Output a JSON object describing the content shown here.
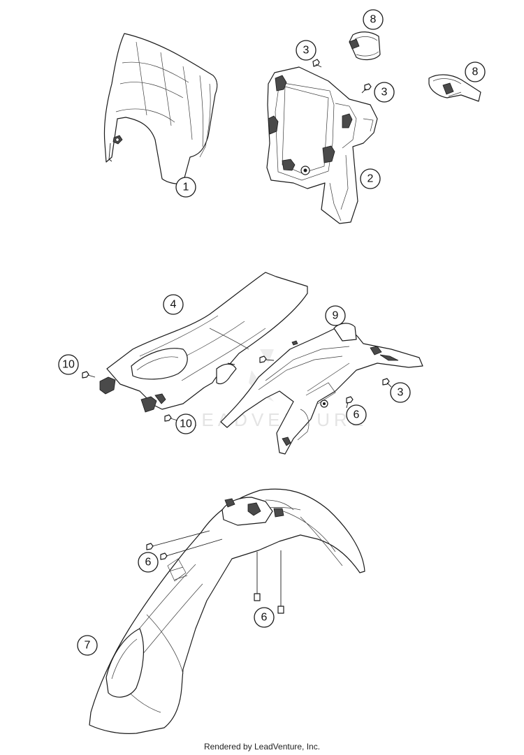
{
  "footer_text": "Rendered by LeadVenture, Inc.",
  "watermark_text": "LEADVENTURE",
  "callouts": [
    {
      "name": "callout-1",
      "label": "1"
    },
    {
      "name": "callout-2",
      "label": "2"
    },
    {
      "name": "callout-3a",
      "label": "3"
    },
    {
      "name": "callout-3b",
      "label": "3"
    },
    {
      "name": "callout-3c",
      "label": "3"
    },
    {
      "name": "callout-4",
      "label": "4"
    },
    {
      "name": "callout-6a",
      "label": "6"
    },
    {
      "name": "callout-6b",
      "label": "6"
    },
    {
      "name": "callout-6c",
      "label": "6"
    },
    {
      "name": "callout-7",
      "label": "7"
    },
    {
      "name": "callout-8a",
      "label": "8"
    },
    {
      "name": "callout-8b",
      "label": "8"
    },
    {
      "name": "callout-9",
      "label": "9"
    },
    {
      "name": "callout-10a",
      "label": "10"
    },
    {
      "name": "callout-10b",
      "label": "10"
    }
  ]
}
